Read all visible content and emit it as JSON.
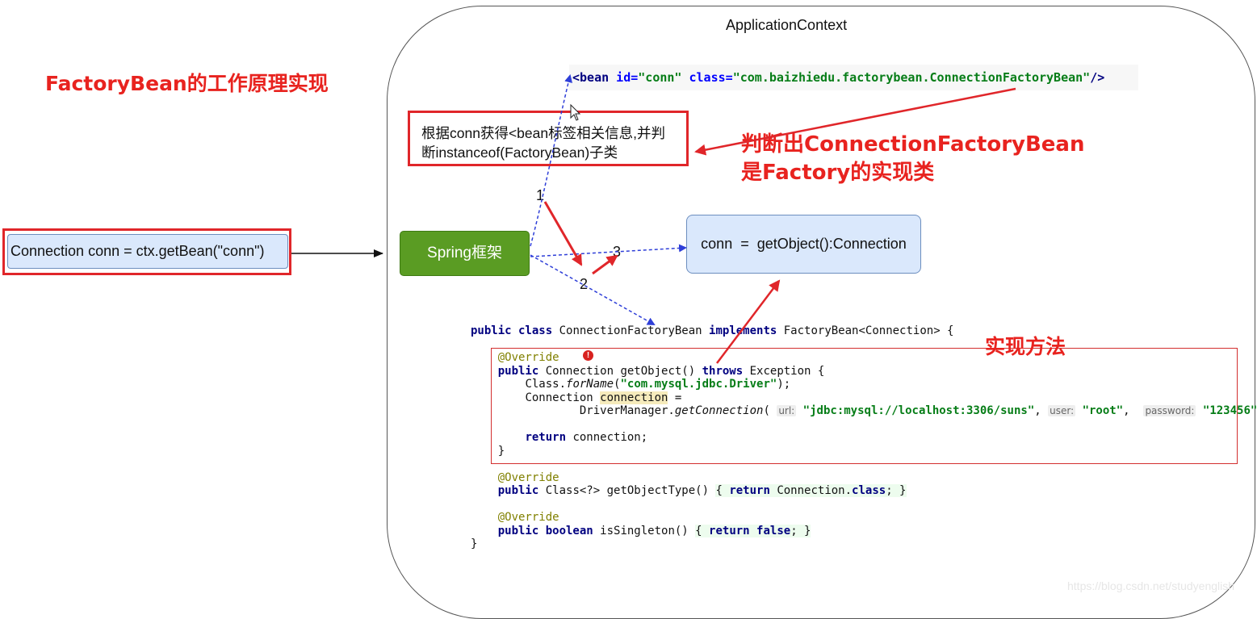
{
  "page_title": "FactoryBean的工作原理实现",
  "context_label": "ApplicationContext",
  "call_statement": "Connection conn = ctx.getBean(\"conn\")",
  "spring_label": "Spring框架",
  "conn_box_text": "conn  =  getObject():Connection",
  "judge_box": {
    "line1": "根据conn获得<bean标签相关信息,并判",
    "line2": "断instanceof(FactoryBean)子类"
  },
  "bean_xml": {
    "open": "<bean",
    "id_attr": " id=",
    "id_val": "\"conn\"",
    "class_attr": " class=",
    "class_val": "\"com.baizhiedu.factorybean.ConnectionFactoryBean\"",
    "close": "/>"
  },
  "annotation_judge": {
    "line1": "判断出ConnectionFactoryBean",
    "line2": "是Factory的实现类"
  },
  "annotation_method": "实现方法",
  "step_numbers": [
    "1",
    "2",
    "3"
  ],
  "code": {
    "class_decl": {
      "kw1": "public class",
      "name": " ConnectionFactoryBean ",
      "kw2": "implements",
      "rest": " FactoryBean<Connection> {"
    },
    "override1": "@Override",
    "warn_badge": "!",
    "getobject_sig": {
      "kw1": "public",
      "mid": " Connection getObject() ",
      "kw2": "throws",
      "rest": " Exception {"
    },
    "forname": {
      "pre": "Class.",
      "method": "forName",
      "open": "(",
      "str": "\"com.mysql.jdbc.Driver\"",
      "close": ");"
    },
    "conn_decl": {
      "pre": "Connection ",
      "var": "connection",
      "post": " ="
    },
    "getconn": {
      "pre": "DriverManager.",
      "method": "getConnection",
      "open": "( ",
      "hint_url": "url:",
      "url": "\"jdbc:mysql://localhost:3306/suns\"",
      "hint_user": "user:",
      "user": "\"root\"",
      "hint_pwd": "password:",
      "pwd": "\"123456\"",
      "close": ");"
    },
    "return_stmt": {
      "kw": "return",
      "rest": " connection;"
    },
    "close_brace": "}",
    "override2": "@Override",
    "gettype_sig": {
      "kw": "public",
      "mid": " Class<?> getObjectType() ",
      "body_open": "{ ",
      "kw_ret": "return",
      "body_mid": " Connection.",
      "kw_class": "class",
      "body_close": "; }"
    },
    "override3": "@Override",
    "singleton_sig": {
      "kw1": "public boolean",
      "mid": " isSingleton() ",
      "body_open": "{ ",
      "kw_ret": "return false",
      "body_close": "; }"
    },
    "final_brace": "}"
  },
  "watermark": "https://blog.csdn.net/studyenglish",
  "colors": {
    "red": "#e0262a",
    "spring_green": "#5a9c23",
    "box_blue": "#dae8fc",
    "arrow_blue": "#2f3fd8"
  }
}
